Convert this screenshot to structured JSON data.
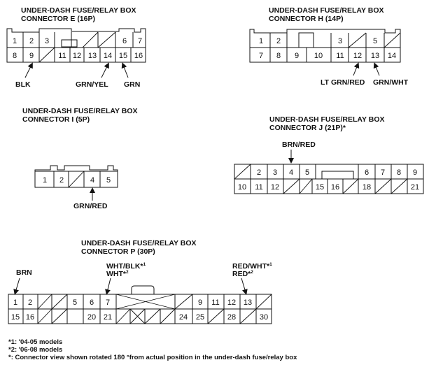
{
  "connectors": {
    "e": {
      "title": "UNDER-DASH FUSE/RELAY BOX",
      "subtitle": "CONNECTOR E (16P)",
      "top_pins": [
        "1",
        "2",
        "3",
        "",
        "",
        "6",
        "7"
      ],
      "bottom_pins": [
        "8",
        "9",
        "",
        "11",
        "12",
        "13",
        "14",
        "15",
        "16"
      ],
      "wires": [
        {
          "label": "BLK",
          "pin": "9"
        },
        {
          "label": "GRN/YEL",
          "pin": "14"
        },
        {
          "label": "GRN",
          "pin": "15"
        }
      ]
    },
    "h": {
      "title": "UNDER-DASH FUSE/RELAY BOX",
      "subtitle": "CONNECTOR H (14P)",
      "top_pins": [
        "1",
        "2",
        "3",
        "5"
      ],
      "bottom_pins": [
        "7",
        "8",
        "9",
        "10",
        "11",
        "12",
        "13",
        "14"
      ],
      "wires": [
        {
          "label": "LT GRN/RED",
          "pin": "12"
        },
        {
          "label": "GRN/WHT",
          "pin": "13"
        }
      ]
    },
    "i": {
      "title": "UNDER-DASH FUSE/RELAY BOX",
      "subtitle": "CONNECTOR I (5P)",
      "pins": [
        "1",
        "2",
        "",
        "4",
        "5"
      ],
      "wires": [
        {
          "label": "GRN/RED",
          "pin": "4"
        }
      ]
    },
    "j": {
      "title": "UNDER-DASH FUSE/RELAY BOX",
      "subtitle": "CONNECTOR J (21P)*",
      "top_pins": [
        "2",
        "3",
        "4",
        "5",
        "6",
        "7",
        "8",
        "9"
      ],
      "bottom_pins": [
        "10",
        "11",
        "12",
        "15",
        "16",
        "18",
        "21"
      ],
      "wires": [
        {
          "label": "BRN/RED",
          "pin": "4"
        }
      ]
    },
    "p": {
      "title": "UNDER-DASH FUSE/RELAY BOX",
      "subtitle": "CONNECTOR P (30P)",
      "top_pins": [
        "1",
        "2",
        "5",
        "6",
        "7",
        "9",
        "11",
        "12",
        "13"
      ],
      "bottom_pins": [
        "15",
        "16",
        "20",
        "21",
        "24",
        "25",
        "28",
        "30"
      ],
      "wires": [
        {
          "label": "BRN",
          "pin": "1"
        },
        {
          "label": "WHT/BLK*",
          "sup": "1",
          "label2": "WHT*",
          "sup2": "2",
          "pin": "7"
        },
        {
          "label": "RED/WHT*",
          "sup": "1",
          "label2": "RED*",
          "sup2": "2",
          "pin": "13"
        }
      ]
    }
  },
  "footnotes": [
    "*1: '04-05 models",
    "*2: '06-08 models",
    "*: Connector view shown rotated 180 °from actual position in the under-dash fuse/relay box"
  ]
}
